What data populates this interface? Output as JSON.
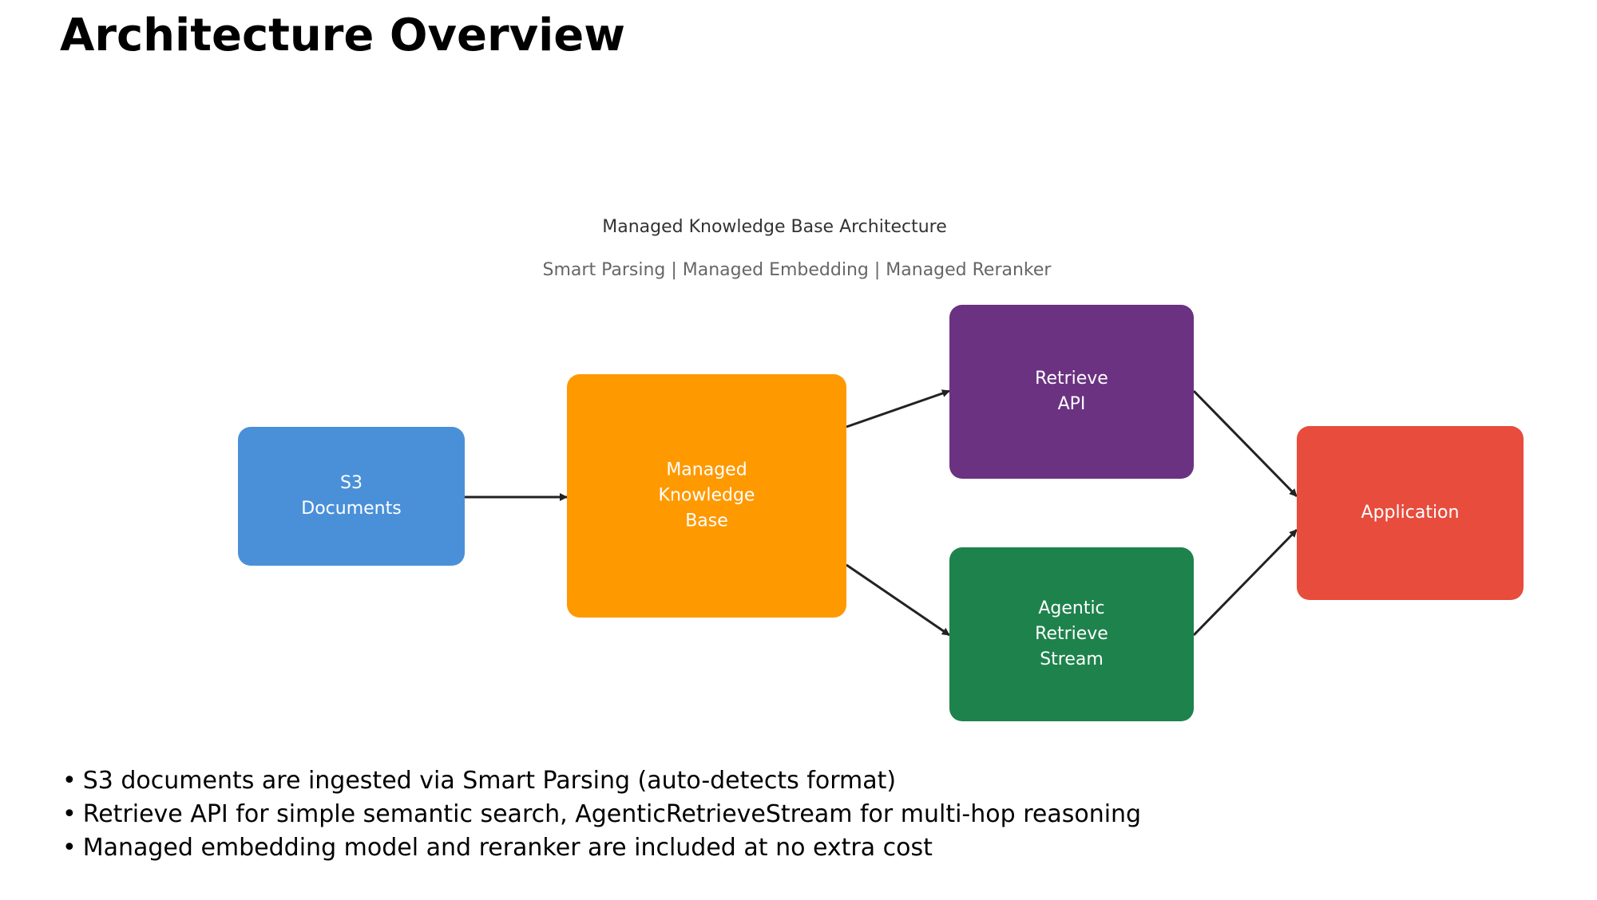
{
  "slide": {
    "title": "Architecture Overview"
  },
  "diagram": {
    "title": "Managed Knowledge Base Architecture",
    "subtitle": "Smart Parsing | Managed Embedding | Managed Reranker",
    "nodes": [
      {
        "id": "s3",
        "label_lines": [
          "S3",
          "Documents"
        ],
        "color": "#4A90D9"
      },
      {
        "id": "kb",
        "label_lines": [
          "Managed",
          "Knowledge",
          "Base"
        ],
        "color": "#FF9900"
      },
      {
        "id": "retrieve",
        "label_lines": [
          "Retrieve",
          "API"
        ],
        "color": "#6B3282"
      },
      {
        "id": "agentic",
        "label_lines": [
          "Agentic",
          "Retrieve",
          "Stream"
        ],
        "color": "#1E824C"
      },
      {
        "id": "app",
        "label_lines": [
          "Application"
        ],
        "color": "#E74C3C"
      }
    ],
    "edges": [
      {
        "from": "s3",
        "to": "kb"
      },
      {
        "from": "kb",
        "to": "retrieve"
      },
      {
        "from": "kb",
        "to": "agentic"
      },
      {
        "from": "retrieve",
        "to": "app"
      },
      {
        "from": "agentic",
        "to": "app"
      }
    ],
    "edge_color": "#222222"
  },
  "bullets": [
    "S3 documents are ingested via Smart Parsing (auto-detects format)",
    "Retrieve API for simple semantic search, AgenticRetrieveStream for multi-hop reasoning",
    "Managed embedding model and reranker are included at no extra cost"
  ]
}
